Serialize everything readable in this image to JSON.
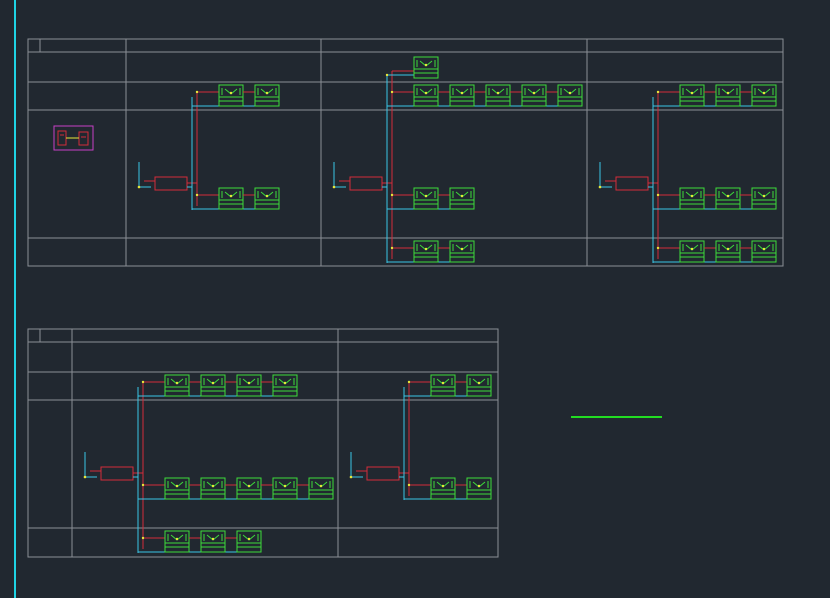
{
  "colors": {
    "background": "#212830",
    "grid": "#8a8f96",
    "cyan": "#39c6e6",
    "red": "#d42c3a",
    "green": "#3ddc3a",
    "yellow": "#e8e83a",
    "magenta": "#c640c6",
    "accent_line": "#22dd22",
    "left_edge": "#1fd4e4"
  },
  "icons": {
    "unit": "radiator-unit-icon",
    "manifold": "manifold-box-icon",
    "legend": "legend-block-icon"
  },
  "diagram": {
    "title": "",
    "sheets": [
      {
        "name": "schematic-sheet-top",
        "columns": 3,
        "branches": [
          {
            "top_units": 2,
            "mid_units": 2,
            "bottom_units": 0,
            "extra_top": 0
          },
          {
            "top_units": 5,
            "mid_units": 2,
            "bottom_units": 2,
            "extra_top": 1
          },
          {
            "top_units": 3,
            "mid_units": 3,
            "bottom_units": 3,
            "extra_top": 0
          }
        ]
      },
      {
        "name": "schematic-sheet-bottom",
        "columns": 2,
        "branches": [
          {
            "top_units": 4,
            "mid_units": 5,
            "bottom_units": 3,
            "extra_top": 0
          },
          {
            "top_units": 2,
            "mid_units": 2,
            "bottom_units": 0,
            "extra_top": 0
          }
        ]
      }
    ]
  }
}
